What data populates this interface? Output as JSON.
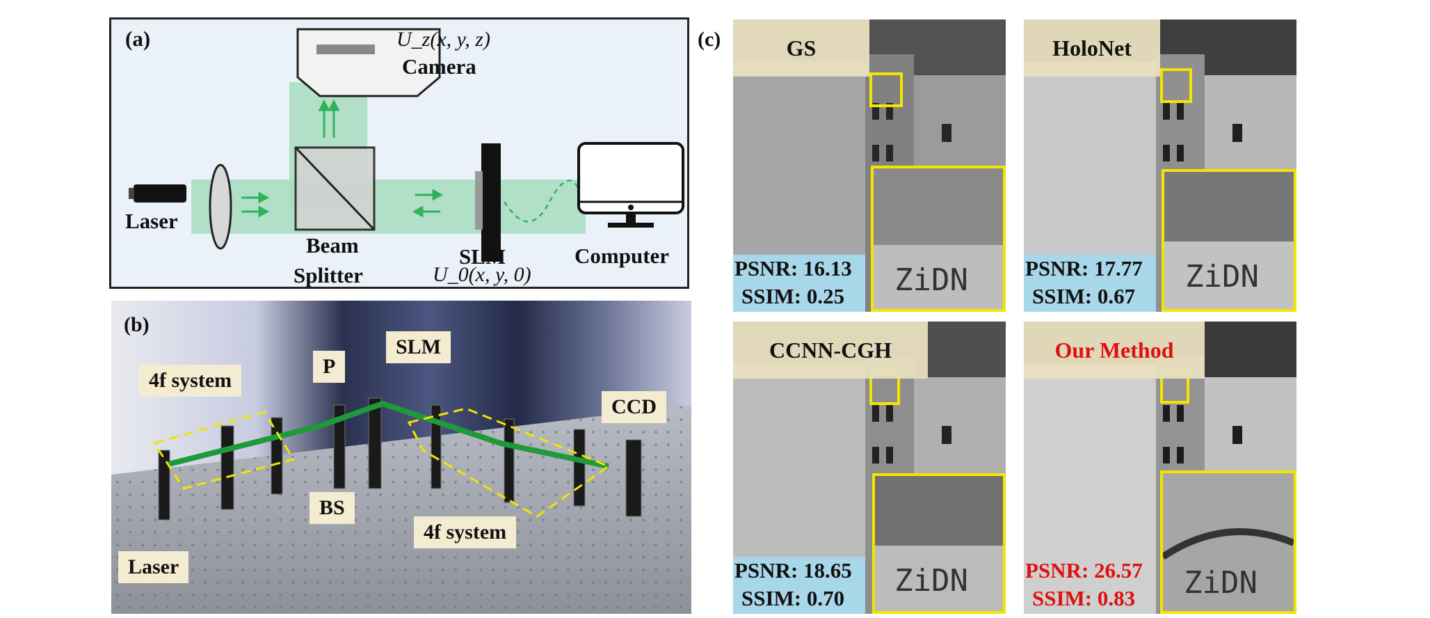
{
  "panels": {
    "a": {
      "label": "(a)",
      "camera_label": "Camera",
      "camera_field": "U_z(x, y, z)",
      "laser_label": "Laser",
      "beam_splitter_line1": "Beam",
      "beam_splitter_line2": "Splitter",
      "slm_label": "SLM",
      "slm_field": "U_0(x, y, 0)",
      "computer_label": "Computer",
      "beam_color": "#a8dcc0",
      "arrow_color": "#2fb35a"
    },
    "b": {
      "label": "(b)",
      "labels": {
        "fourf_left": "4f system",
        "p": "P",
        "slm": "SLM",
        "ccd": "CCD",
        "bs": "BS",
        "fourf_right": "4f system",
        "laser": "Laser"
      },
      "beam_color": "#1f9a3a",
      "box_color": "#f2e500"
    },
    "c": {
      "label": "(c)",
      "methods": [
        {
          "name": "GS",
          "psnr": "PSNR: 16.13",
          "ssim": "SSIM: 0.25"
        },
        {
          "name": "HoloNet",
          "psnr": "PSNR: 17.77",
          "ssim": "SSIM: 0.67"
        },
        {
          "name": "CCNN-CGH",
          "psnr": "PSNR: 18.65",
          "ssim": "SSIM: 0.70"
        },
        {
          "name": "Our Method",
          "psnr": "PSNR: 26.57",
          "ssim": "SSIM: 0.83"
        }
      ],
      "highlight_color": "#e01010",
      "zoom_border_color": "#f2e500"
    }
  }
}
